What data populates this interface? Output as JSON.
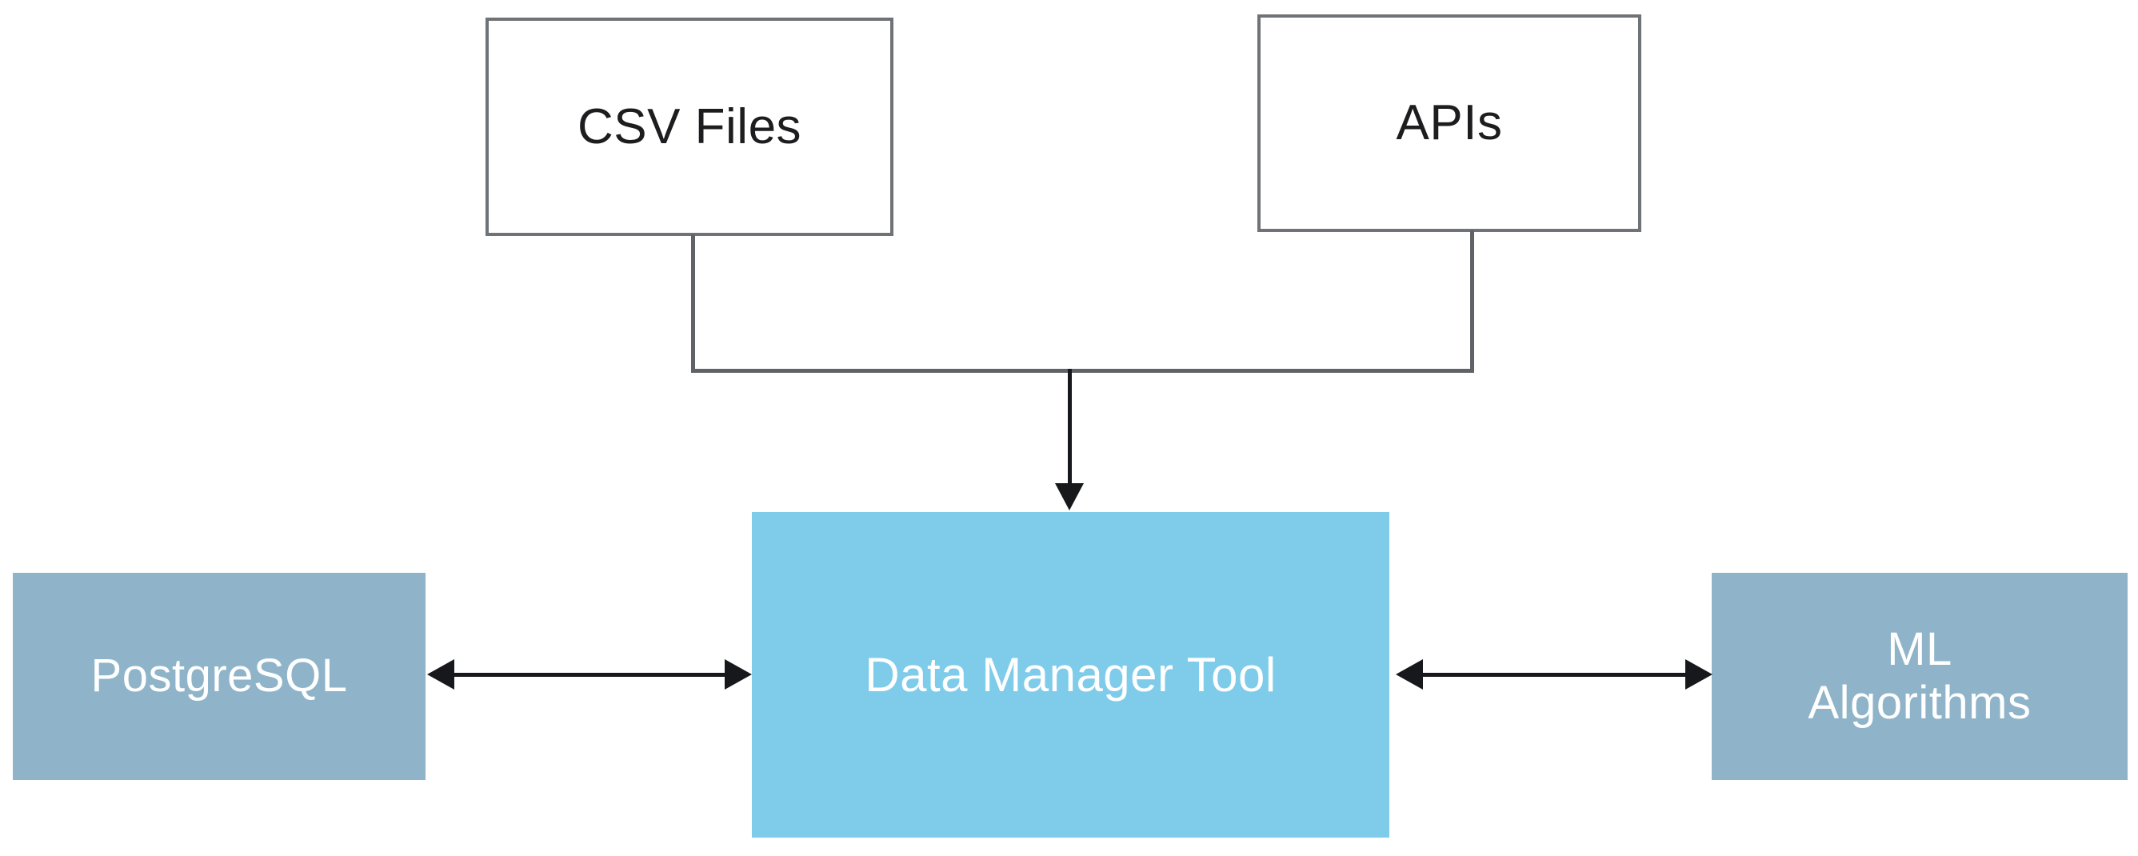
{
  "diagram": {
    "type": "flow-architecture",
    "background_color": "#ffffff",
    "nodes": [
      {
        "id": "csv-files",
        "label": "CSV Files",
        "role": "data-source",
        "fill_color": "#ffffff",
        "border_color": "#6f7276",
        "text_color": "#1d1d1f"
      },
      {
        "id": "apis",
        "label": "APIs",
        "role": "data-source",
        "fill_color": "#ffffff",
        "border_color": "#6f7276",
        "text_color": "#1d1d1f"
      },
      {
        "id": "data-manager-tool",
        "label": "Data Manager Tool",
        "role": "central-component",
        "fill_color": "#7fccea",
        "text_color": "#ffffff"
      },
      {
        "id": "postgresql",
        "label": "PostgreSQL",
        "role": "storage",
        "fill_color": "#8fb4c9",
        "text_color": "#ffffff"
      },
      {
        "id": "ml-algorithms",
        "label": "ML\nAlgorithms",
        "role": "consumer",
        "fill_color": "#8fb4c9",
        "text_color": "#ffffff"
      }
    ],
    "edges": [
      {
        "id": "sources-to-tool",
        "from": [
          "csv-files",
          "apis"
        ],
        "to": "data-manager-tool",
        "direction": "one-way",
        "style": "orthogonal-merge",
        "color": "#5f6368"
      },
      {
        "id": "tool-to-postgresql",
        "from": "data-manager-tool",
        "to": "postgresql",
        "direction": "bidirectional",
        "style": "straight",
        "color": "#16181b"
      },
      {
        "id": "tool-to-ml-algorithms",
        "from": "data-manager-tool",
        "to": "ml-algorithms",
        "direction": "bidirectional",
        "style": "straight",
        "color": "#16181b"
      }
    ]
  }
}
